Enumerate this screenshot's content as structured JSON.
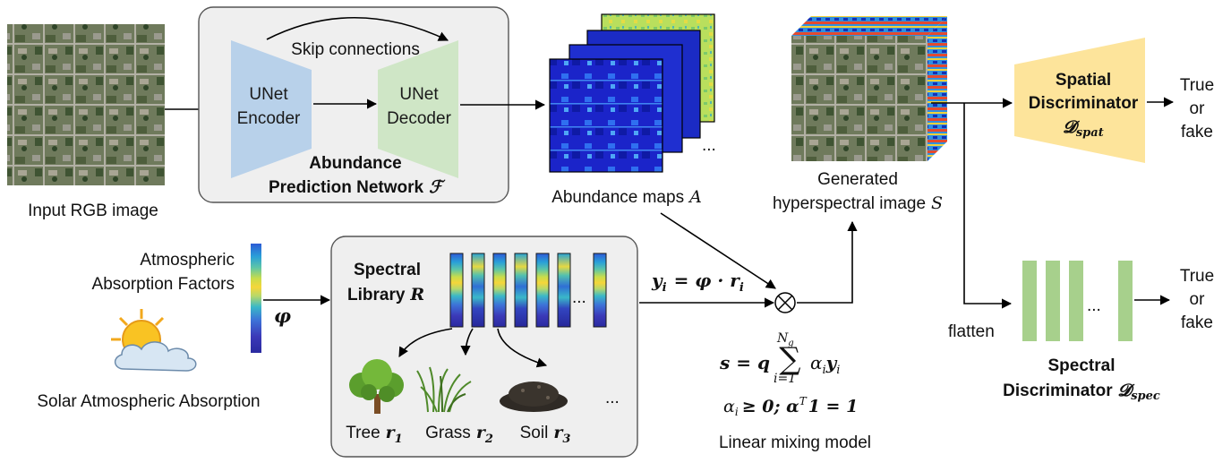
{
  "colors": {
    "encoder": "#b8d1ea",
    "decoder": "#cfe6c6",
    "spatial_disc": "#fde49b",
    "spectral_disc": "#a7d08c",
    "panel_bg": "#efefef",
    "panel_border": "#555555"
  },
  "input": {
    "label": "Input RGB image"
  },
  "apn": {
    "encoder_l1": "UNet",
    "encoder_l2": "Encoder",
    "decoder_l1": "UNet",
    "decoder_l2": "Decoder",
    "skip": "Skip connections",
    "title_l1": "Abundance",
    "title_l2": "Prediction Network",
    "title_sym": "ℱ"
  },
  "abundance": {
    "label": "Abundance maps",
    "sym": "A",
    "dots": "..."
  },
  "hsi": {
    "label_l1": "Generated",
    "label_l2": "hyperspectral image",
    "sym": "S"
  },
  "spatial": {
    "l1": "Spatial",
    "l2": "Discriminator",
    "sym": "𝓓",
    "sub": "spat",
    "out_l1": "True",
    "out_l2": "or",
    "out_l3": "fake"
  },
  "spectral": {
    "l1": "Spectral",
    "l2": "Discriminator",
    "sym": "𝓓",
    "sub": "spec",
    "flatten": "flatten",
    "dots": "...",
    "out_l1": "True",
    "out_l2": "or",
    "out_l3": "fake"
  },
  "solar": {
    "atm_l1": "Atmospheric",
    "atm_l2": "Absorption Factors",
    "phi": "φ",
    "label": "Solar Atmospheric Absorption"
  },
  "library": {
    "title_l1": "Spectral",
    "title_l2": "Library",
    "sym": "R",
    "dots": "...",
    "items": [
      {
        "name": "Tree",
        "sym": "r",
        "sub": "1"
      },
      {
        "name": "Grass",
        "sym": "r",
        "sub": "2"
      },
      {
        "name": "Soil",
        "sym": "r",
        "sub": "3"
      }
    ],
    "more": "..."
  },
  "mixing": {
    "eq_y": "y",
    "eq_sub": "i",
    "eq_rhs": "= φ · r",
    "eq_rhs_sub": "i",
    "otimes": "⊗",
    "sum_lhs": "s = q",
    "sum_upper": "N",
    "sum_upper_sub": "g",
    "sum_lower": "i=1",
    "sum_body": "α",
    "sum_body2": "y",
    "constraint": "α",
    "constraint_rest": "≥ 0; α",
    "constraint_T": "T",
    "constraint_end": "1 = 1",
    "label": "Linear mixing model"
  }
}
